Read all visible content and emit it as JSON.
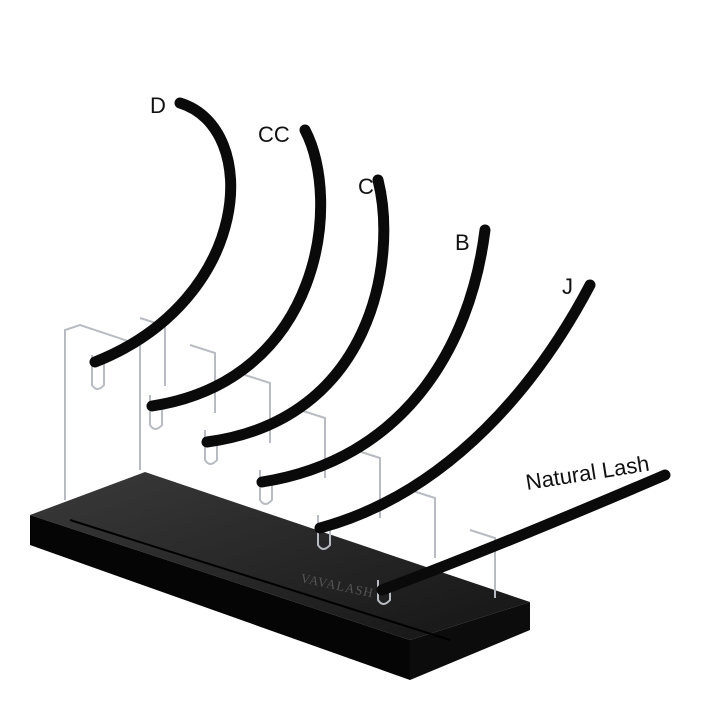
{
  "labels": {
    "d": "D",
    "cc": "CC",
    "c": "C",
    "b": "B",
    "j": "J",
    "natural": "Natural Lash"
  },
  "watermark": "VAVALASH",
  "colors": {
    "lash": "#0a0a0a",
    "base": "#111111",
    "acrylic": "#c9ccd0"
  }
}
